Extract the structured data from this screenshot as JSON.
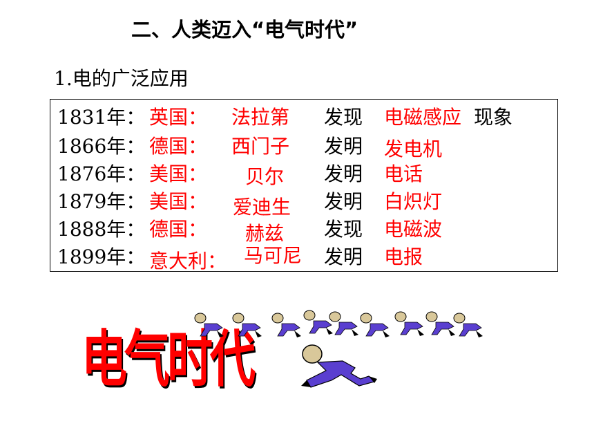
{
  "title": "二、人类迈入“电气时代”",
  "subtitle": "1.电的广泛应用",
  "rows": [
    {
      "year": "1831年：",
      "country": "英国：",
      "person": "法拉第",
      "verb": "发现",
      "invention": "电磁感应",
      "suffix": "现象"
    },
    {
      "year": "1866年：",
      "country": "德国：",
      "person": "西门子",
      "verb": "发明",
      "invention": "发电机",
      "suffix": ""
    },
    {
      "year": "1876年：",
      "country": "美国：",
      "person": "贝尔",
      "verb": "发明",
      "invention": "电话",
      "suffix": ""
    },
    {
      "year": "1879年：",
      "country": "美国：",
      "person": "爱迪生",
      "verb": "发明",
      "invention": "白炽灯",
      "suffix": ""
    },
    {
      "year": "1888年：",
      "country": "德国：",
      "person": "赫兹",
      "verb": "发现",
      "invention": "电磁波",
      "suffix": ""
    },
    {
      "year": "1899年：",
      "country": "意大利：",
      "person": "马可尼",
      "verb": "发明",
      "invention": "电报",
      "suffix": ""
    }
  ],
  "era_word": "电气时代",
  "colors": {
    "highlight": "#ff0000",
    "walker_body": "#5a3fd0",
    "walker_head": "#d9c89a"
  },
  "icons": [
    "walking-person-icon"
  ]
}
